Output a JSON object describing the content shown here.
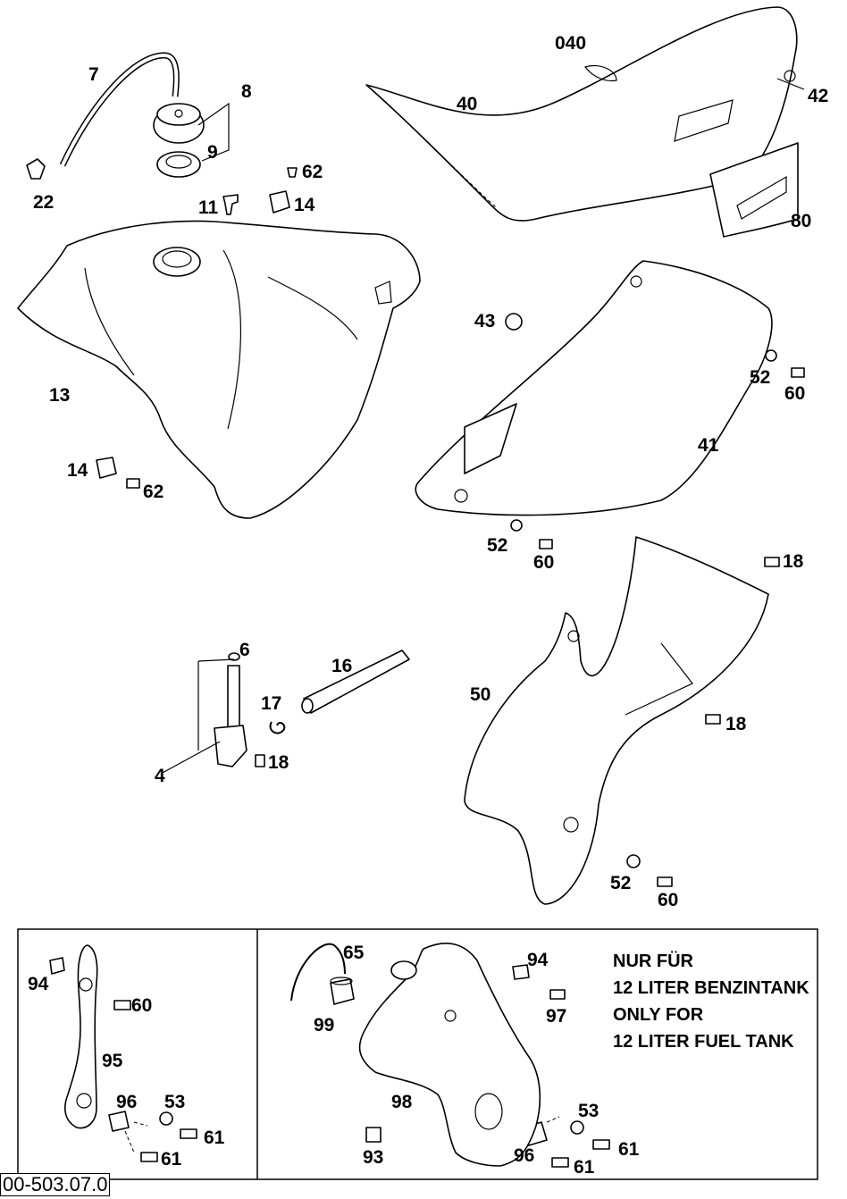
{
  "labels": {
    "p7": "7",
    "p8": "8",
    "p9": "9",
    "p22": "22",
    "p62a": "62",
    "p11": "11",
    "p14a": "14",
    "p040": "040",
    "p40": "40",
    "p42": "42",
    "p80": "80",
    "p13": "13",
    "p43": "43",
    "p52a": "52",
    "p60a": "60",
    "p41": "41",
    "p14b": "14",
    "p62b": "62",
    "p52b": "52",
    "p60b": "60",
    "p18a": "18",
    "p6": "6",
    "p16": "16",
    "p50": "50",
    "p17": "17",
    "p18b": "18",
    "p4": "4",
    "p18c": "18",
    "p52c": "52",
    "p60c": "60",
    "p65": "65",
    "p94a": "94",
    "p94b": "94",
    "p60d": "60",
    "p99": "99",
    "p97": "97",
    "p95": "95",
    "p98": "98",
    "p96a": "96",
    "p53a": "53",
    "p61a": "61",
    "p53b": "53",
    "p61b": "61",
    "p96b": "96",
    "p93": "93",
    "p61c": "61",
    "p61d": "61"
  },
  "note": {
    "line1": "NUR FÜR",
    "line2": "12 LITER BENZINTANK",
    "line3": "ONLY FOR",
    "line4": "12 LITER FUEL TANK"
  },
  "drawing_code": "00-503.07.0"
}
